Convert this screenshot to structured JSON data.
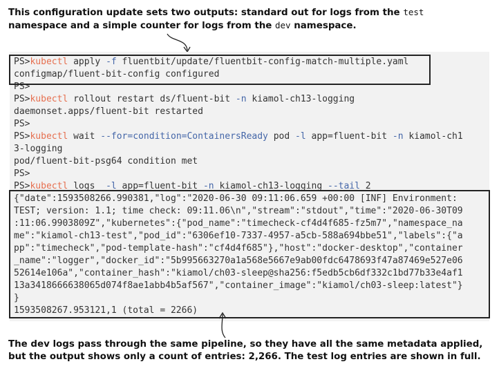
{
  "captions": {
    "top_line1_prefix": "This configuration update sets two outputs: standard out for logs from the ",
    "top_line1_code": "test",
    "top_line2_prefix": "namespace and a simple counter for logs from the ",
    "top_line2_code": "dev",
    "top_line2_suffix": " namespace.",
    "bottom_line1": "The dev logs pass through the same pipeline, so they have all the same metadata applied,",
    "bottom_line2": "but the output shows only a count of entries: 2,266. The test log entries are shown in full."
  },
  "terminal": {
    "prompt": "PS>",
    "cmd1": {
      "tool": "kubectl",
      "text1": " apply ",
      "flag1": "-f",
      "text2": " fluentbit/update/fluentbit-config-match-multiple.yaml"
    },
    "out1": "configmap/fluent-bit-config configured",
    "cmd2": {
      "tool": "kubectl",
      "text1": " rollout restart ds/fluent-bit ",
      "flag1": "-n",
      "text2": " kiamol-ch13-logging"
    },
    "out2": "daemonset.apps/fluent-bit restarted",
    "cmd3": {
      "tool": "kubectl",
      "text1": " wait ",
      "flag1": "--for=condition=ContainersReady",
      "text2": " pod ",
      "flag2": "-l",
      "text3": " app=fluent-bit ",
      "flag3": "-n",
      "text4": " kiamol-ch1"
    },
    "cmd3_wrap": "3-logging",
    "out3": "pod/fluent-bit-psg64 condition met",
    "cmd4": {
      "tool": "kubectl",
      "text1": " logs  ",
      "flag1": "-l",
      "text2": " app=fluent-bit ",
      "flag2": "-n",
      "text3": " kiamol-ch13-logging ",
      "flag3": "--tail",
      "text4": " 2"
    },
    "log_lines": [
      "{\"date\":1593508266.990381,\"log\":\"2020-06-30 09:11:06.659 +00:00 [INF] Environment:",
      "TEST; version: 1.1; time check: 09:11.06\\n\",\"stream\":\"stdout\",\"time\":\"2020-06-30T09",
      ":11:06.9903809Z\",\"kubernetes\":{\"pod_name\":\"timecheck-cf4d4f685-fz5m7\",\"namespace_na",
      "me\":\"kiamol-ch13-test\",\"pod_id\":\"6306ef10-7337-4957-a5cb-588a694bbe51\",\"labels\":{\"a",
      "pp\":\"timecheck\",\"pod-template-hash\":\"cf4d4f685\"},\"host\":\"docker-desktop\",\"container",
      "_name\":\"logger\",\"docker_id\":\"5b995663270a1a568e5667e9ab00fdc6478693f47a87469e527e06",
      "52614e106a\",\"container_hash\":\"kiamol/ch03-sleep@sha256:f5edb5cb6df332c1bd77b33e4af1",
      "13a3418666638065d074f8ae1abb4b5af567\",\"container_image\":\"kiamol/ch03-sleep:latest\"}",
      "}",
      "1593508267.953121,1 (total = 2266)"
    ]
  }
}
